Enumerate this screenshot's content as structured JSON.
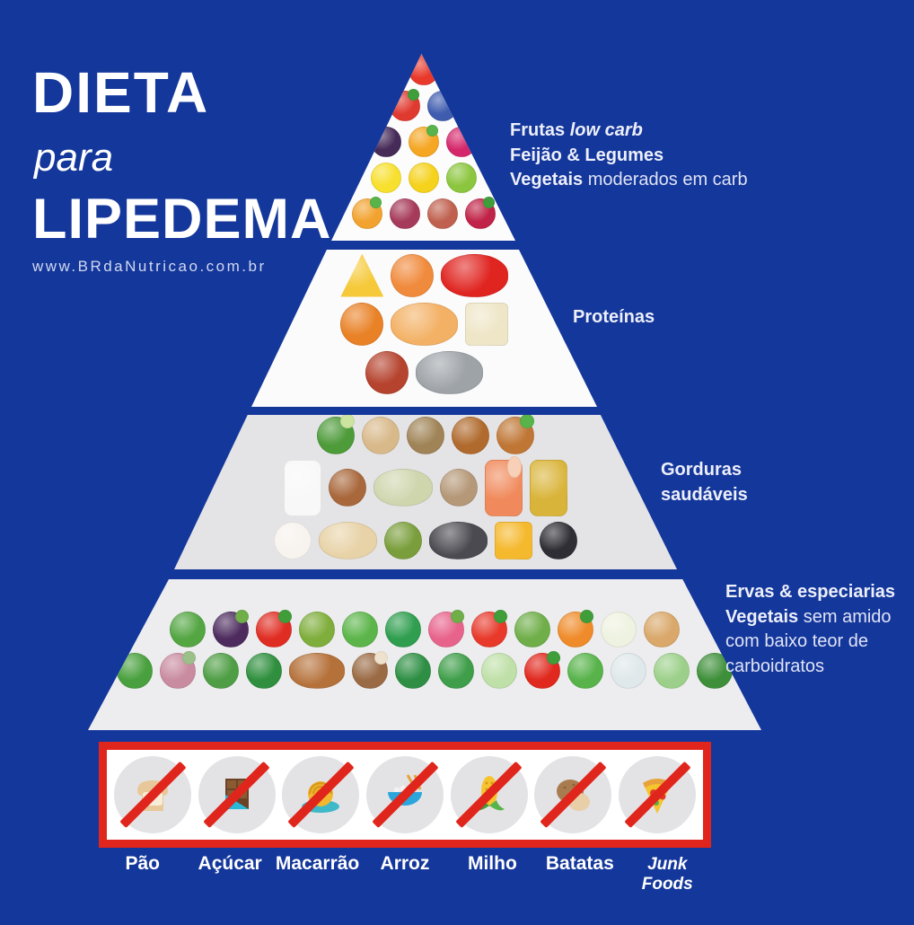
{
  "background_color": "#14379b",
  "accent_red": "#e0261c",
  "title": {
    "line1": "DIETA",
    "line2": "para",
    "line3": "LIPEDEMA",
    "website": "www.BRdaNutricao.com.br"
  },
  "pyramid": {
    "tiers": [
      {
        "id": "frutas-leguminosas",
        "fill": "#fcfcfd",
        "label_lines": [
          [
            {
              "t": "Frutas ",
              "s": "b"
            },
            {
              "t": "low carb",
              "s": "i"
            }
          ],
          [
            {
              "t": "Feijão & Legumes",
              "s": "b"
            }
          ],
          [
            {
              "t": "Vegetais",
              "s": "b"
            },
            {
              "t": " moderados em carb",
              "s": "r"
            }
          ]
        ],
        "rows": [
          [
            {
              "name": "strawberry",
              "color": "#e8392b",
              "accent": "#3f9e3a"
            }
          ],
          [
            {
              "name": "cherries",
              "color": "#e03a30",
              "accent": "#3f9e3a"
            },
            {
              "name": "blueberries",
              "color": "#3f5cae"
            }
          ],
          [
            {
              "name": "plum",
              "color": "#462a58"
            },
            {
              "name": "apricot",
              "color": "#f5a623",
              "accent": "#57b34a"
            },
            {
              "name": "raspberry",
              "color": "#d5276b"
            }
          ],
          [
            {
              "name": "lemon",
              "color": "#f7e02e"
            },
            {
              "name": "lemon",
              "color": "#f5d21c"
            },
            {
              "name": "kiwi",
              "color": "#8cc63f"
            }
          ],
          [
            {
              "name": "pumpkin",
              "color": "#f2a22e",
              "accent": "#57b34a"
            },
            {
              "name": "onion",
              "color": "#a63a5a"
            },
            {
              "name": "kidney-beans",
              "color": "#c0614f"
            },
            {
              "name": "beet",
              "color": "#c02347",
              "accent": "#3f9e3a"
            }
          ]
        ]
      },
      {
        "id": "proteinas",
        "fill": "#fbfbfc",
        "label_lines": [
          [
            {
              "t": "Proteínas",
              "s": "b"
            }
          ]
        ],
        "rows": [
          [
            {
              "name": "cheese",
              "color": "#f5c93a",
              "shape": "tri"
            },
            {
              "name": "shrimp",
              "color": "#f08a3c"
            },
            {
              "name": "steak",
              "color": "#e02420",
              "shape": "oval"
            }
          ],
          [
            {
              "name": "chicken-drumstick",
              "color": "#e98227"
            },
            {
              "name": "eggs",
              "color": "#f3b165",
              "shape": "oval"
            },
            {
              "name": "tofu",
              "color": "#efe6c8",
              "shape": "square"
            }
          ],
          [
            {
              "name": "burger-patty",
              "color": "#b5432e"
            },
            {
              "name": "fish",
              "color": "#9ea3a8",
              "shape": "oval"
            }
          ]
        ]
      },
      {
        "id": "gorduras-saudaveis",
        "fill": "#e4e4e7",
        "label_lines": [
          [
            {
              "t": "Gorduras",
              "s": "b"
            }
          ],
          [
            {
              "t": "saudáveis",
              "s": "b"
            }
          ]
        ],
        "rows": [
          [
            {
              "name": "avocado",
              "color": "#4e9b3a",
              "accent": "#cde3a0"
            },
            {
              "name": "almonds",
              "color": "#d8b98a"
            },
            {
              "name": "walnut",
              "color": "#a08457"
            },
            {
              "name": "pecans",
              "color": "#b06a2d"
            },
            {
              "name": "hazelnuts",
              "color": "#c07736",
              "accent": "#57b34a"
            }
          ],
          [
            {
              "name": "milk-bottle",
              "color": "#f8f8f8",
              "shape": "tall"
            },
            {
              "name": "coconut",
              "color": "#a9683c"
            },
            {
              "name": "pumpkin-seeds",
              "color": "#cfd6ae",
              "shape": "oval"
            },
            {
              "name": "brazil-nuts",
              "color": "#b59878"
            },
            {
              "name": "salmon-fillet",
              "color": "#f08a5c",
              "shape": "tall",
              "accent": "#f8d0b8"
            },
            {
              "name": "olive-oil-jug",
              "color": "#d9b43a",
              "shape": "tall"
            }
          ],
          [
            {
              "name": "coconut-piece",
              "color": "#f7f3ee"
            },
            {
              "name": "peanuts",
              "color": "#e8d3a8",
              "shape": "oval"
            },
            {
              "name": "green-olives",
              "color": "#7a9e3b"
            },
            {
              "name": "black-seeds",
              "color": "#4a4a50",
              "shape": "oval"
            },
            {
              "name": "butter",
              "color": "#f5b92e",
              "shape": "square"
            },
            {
              "name": "black-olives",
              "color": "#2e2e34"
            }
          ]
        ]
      },
      {
        "id": "ervas-vegetais",
        "fill": "#ededef",
        "label_lines": [
          [
            {
              "t": "Ervas & especiarias",
              "s": "b"
            }
          ],
          [
            {
              "t": "Vegetais",
              "s": "b"
            },
            {
              "t": " sem amido",
              "s": "r"
            }
          ],
          [
            {
              "t": "com baixo teor de",
              "s": "r"
            }
          ],
          [
            {
              "t": "carboidratos",
              "s": "r"
            }
          ]
        ],
        "rows": [
          [
            {
              "name": "basil",
              "color": "#54a643"
            },
            {
              "name": "eggplant",
              "color": "#4d2b5e",
              "accent": "#6fae49"
            },
            {
              "name": "bell-pepper",
              "color": "#e02d23",
              "accent": "#3f9e3a"
            },
            {
              "name": "okra",
              "color": "#7fae3c"
            },
            {
              "name": "leek",
              "color": "#5cb54a"
            },
            {
              "name": "spinach",
              "color": "#2f9e4f"
            },
            {
              "name": "radish",
              "color": "#e8638c",
              "accent": "#6fae49"
            },
            {
              "name": "tomato",
              "color": "#e8392b",
              "accent": "#3f9e3a"
            },
            {
              "name": "arugula",
              "color": "#6fae49"
            },
            {
              "name": "carrot",
              "color": "#ef8b2a",
              "accent": "#3f9e3a"
            },
            {
              "name": "cauliflower",
              "color": "#eef2e0"
            },
            {
              "name": "ginger",
              "color": "#d9a86a"
            }
          ],
          [
            {
              "name": "mint",
              "color": "#49a03e"
            },
            {
              "name": "artichoke",
              "color": "#c98ba0",
              "accent": "#9cc08a"
            },
            {
              "name": "asparagus",
              "color": "#4f9e45"
            },
            {
              "name": "zucchini",
              "color": "#2f8f3e"
            },
            {
              "name": "cinnamon-sticks",
              "color": "#b5713a",
              "shape": "oval"
            },
            {
              "name": "mushroom",
              "color": "#9a6a44",
              "accent": "#efe2cc"
            },
            {
              "name": "cucumber",
              "color": "#2e8f44"
            },
            {
              "name": "chard",
              "color": "#3f9e4a"
            },
            {
              "name": "cabbage",
              "color": "#bfe0a8"
            },
            {
              "name": "chili-pepper",
              "color": "#e0281e",
              "accent": "#3f9e3a"
            },
            {
              "name": "scallion",
              "color": "#57b34a"
            },
            {
              "name": "garlic",
              "color": "#dfe8ea"
            },
            {
              "name": "lettuce",
              "color": "#9cd08a"
            },
            {
              "name": "broccoli",
              "color": "#3e8f3a"
            }
          ]
        ]
      }
    ]
  },
  "forbidden": {
    "items": [
      {
        "label": "Pão",
        "icon": "bread"
      },
      {
        "label": "Açúcar",
        "icon": "chocolate"
      },
      {
        "label": "Macarrão",
        "icon": "spaghetti"
      },
      {
        "label": "Arroz",
        "icon": "rice-bowl"
      },
      {
        "label": "Milho",
        "icon": "corn"
      },
      {
        "label": "Batatas",
        "icon": "potatoes"
      },
      {
        "label": "Junk Foods",
        "icon": "pizza",
        "italic": true
      }
    ]
  }
}
